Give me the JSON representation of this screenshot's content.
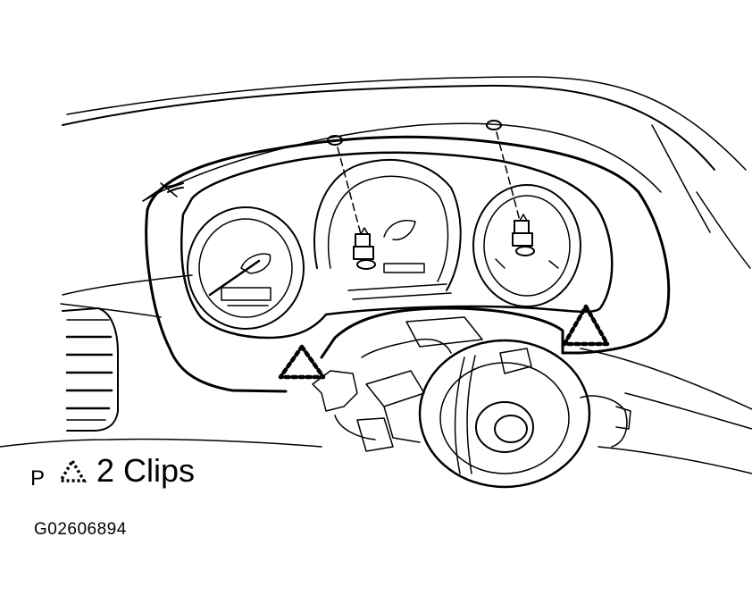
{
  "legend": {
    "marker": "P",
    "icon": "dotted-triangle-icon",
    "text": "2 Clips"
  },
  "figure_id": "G02606894",
  "colors": {
    "line": "#000000",
    "background": "#ffffff"
  }
}
